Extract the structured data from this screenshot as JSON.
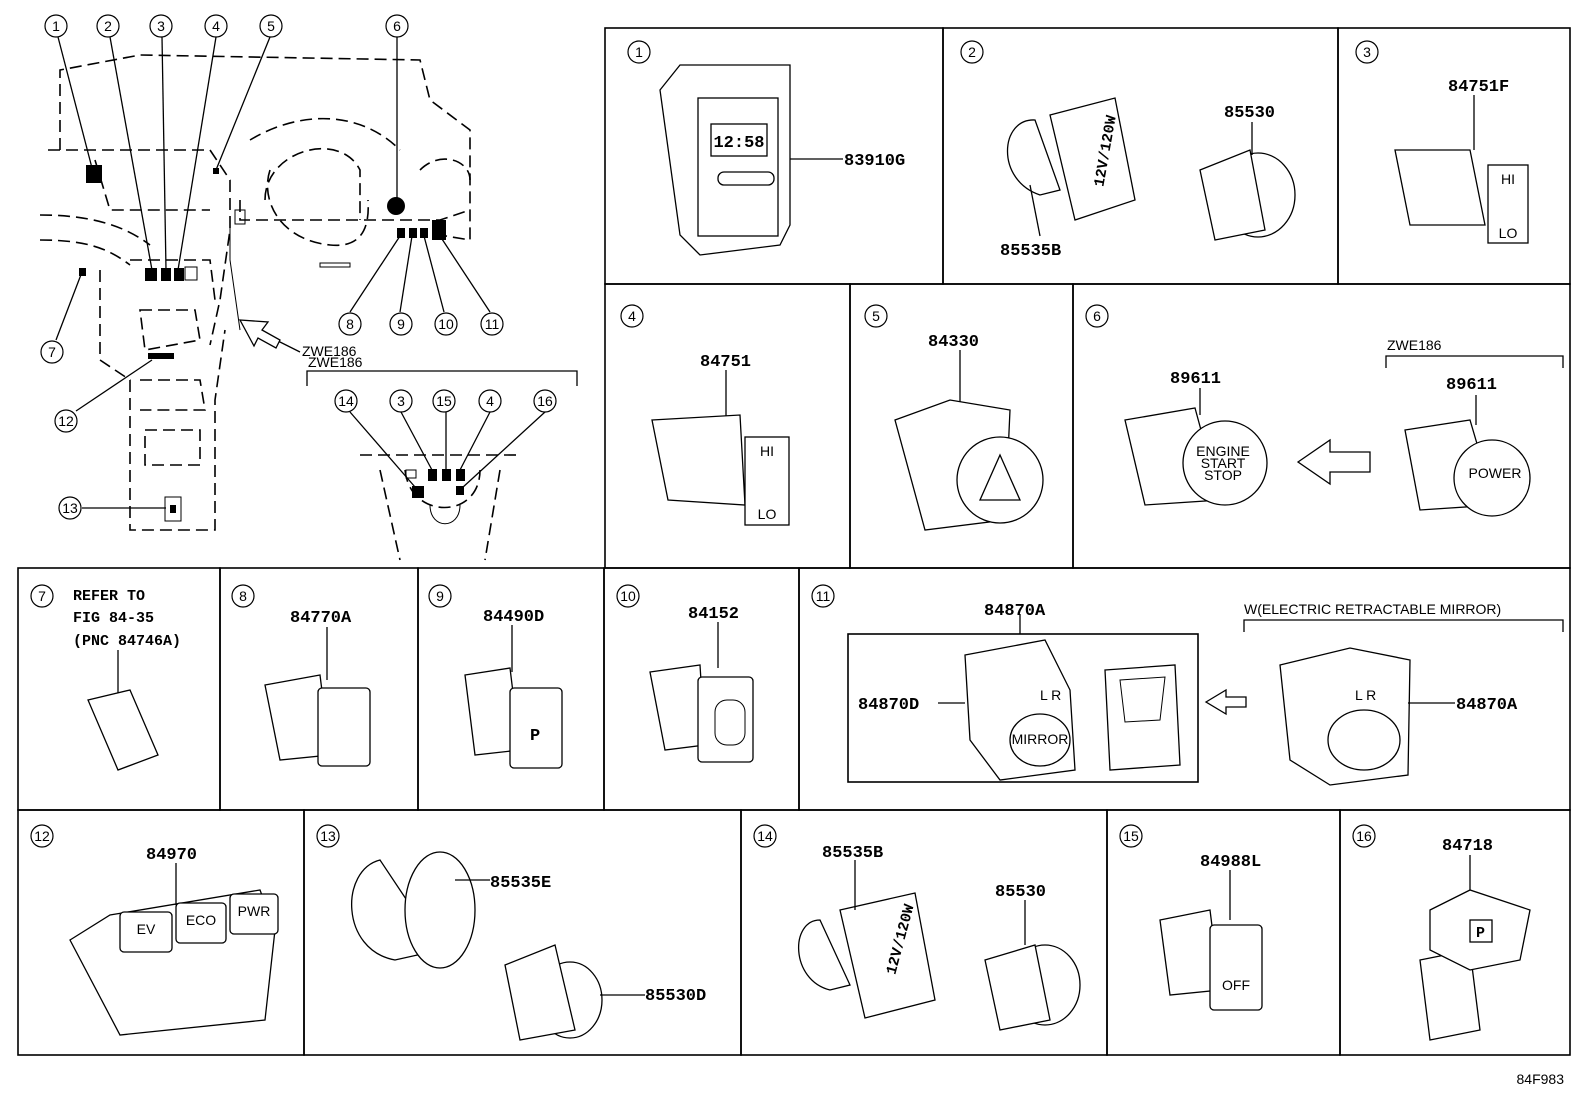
{
  "overview": {
    "callouts": [
      "1",
      "2",
      "3",
      "4",
      "5",
      "6",
      "7",
      "8",
      "9",
      "10",
      "11",
      "12",
      "13"
    ],
    "inset_callouts": [
      "14",
      "3",
      "15",
      "4",
      "16"
    ],
    "arrow_label": "ZWE186",
    "inset_label": "ZWE186"
  },
  "cells": {
    "c1": {
      "num": "1",
      "parts": [
        "83910G"
      ],
      "clock": "12:58"
    },
    "c2": {
      "num": "2",
      "parts": [
        "85530",
        "85535B"
      ],
      "socket_text": "12V/120W"
    },
    "c3": {
      "num": "3",
      "parts": [
        "84751F"
      ],
      "switch_top": "HI",
      "switch_bot": "LO"
    },
    "c4": {
      "num": "4",
      "parts": [
        "84751"
      ],
      "switch_top": "HI",
      "switch_bot": "LO"
    },
    "c5": {
      "num": "5",
      "parts": [
        "84330"
      ]
    },
    "c6": {
      "num": "6",
      "parts": [
        "89611",
        "89611"
      ],
      "variant": "ZWE186",
      "btn1": [
        "ENGINE",
        "START",
        "STOP"
      ],
      "btn2": "POWER"
    },
    "c7": {
      "num": "7",
      "lines": [
        "REFER TO",
        "FIG 84-35",
        "(PNC 84746A)"
      ]
    },
    "c8": {
      "num": "8",
      "parts": [
        "84770A"
      ]
    },
    "c9": {
      "num": "9",
      "parts": [
        "84490D"
      ],
      "glyph": "P"
    },
    "c10": {
      "num": "10",
      "parts": [
        "84152"
      ]
    },
    "c11": {
      "num": "11",
      "parts": [
        "84870A",
        "84870D",
        "84870A"
      ],
      "variant": "W(ELECTRIC RETRACTABLE MIRROR)",
      "mirror_text": "MIRROR",
      "lr": "L  R"
    },
    "c12": {
      "num": "12",
      "parts": [
        "84970"
      ],
      "keys": [
        "EV",
        "ECO",
        "PWR"
      ]
    },
    "c13": {
      "num": "13",
      "parts": [
        "85535E",
        "85530D"
      ]
    },
    "c14": {
      "num": "14",
      "parts": [
        "85535B",
        "85530"
      ],
      "socket_text": "12V/120W"
    },
    "c15": {
      "num": "15",
      "parts": [
        "84988L"
      ],
      "off": "OFF"
    },
    "c16": {
      "num": "16",
      "parts": [
        "84718"
      ],
      "glyph": "P"
    }
  },
  "footer": {
    "code": "84F983"
  }
}
